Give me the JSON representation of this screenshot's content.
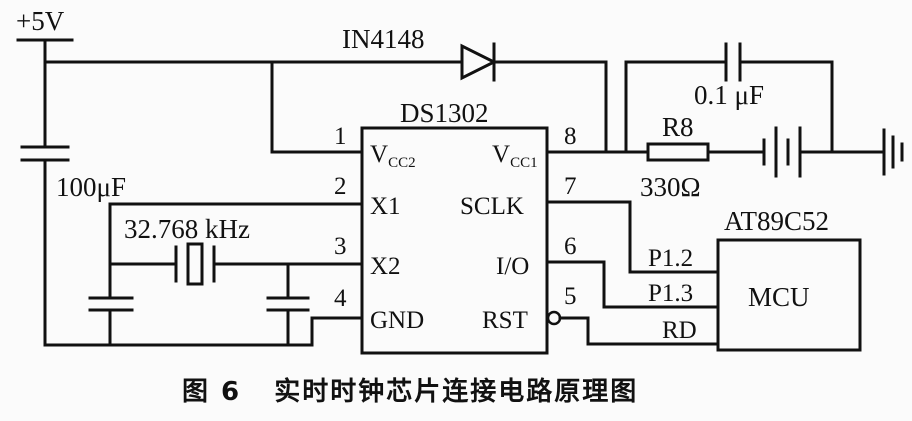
{
  "supply_label": "+5V",
  "diode_label": "IN4148",
  "chip": {
    "name": "DS1302",
    "pin_numbers": [
      "1",
      "2",
      "3",
      "4",
      "8",
      "7",
      "6",
      "5"
    ],
    "vcc2": {
      "main": "V",
      "sub": "CC2"
    },
    "vcc1": {
      "main": "V",
      "sub": "CC1"
    },
    "x1": "X1",
    "x2": "X2",
    "gnd": "GND",
    "sclk": "SCLK",
    "io": "I/O",
    "rst": "RST"
  },
  "cap_100": "100μF",
  "crystal_label": "32.768 kHz",
  "cap_01": "0.1 μF",
  "resistor_name": "R8",
  "resistor_value": "330Ω",
  "mcu": {
    "part": "AT89C52",
    "name": "MCU",
    "p12": "P1.2",
    "p13": "P1.3",
    "rd": "RD"
  },
  "caption": "图 6   实时时钟芯片连接电路原理图"
}
